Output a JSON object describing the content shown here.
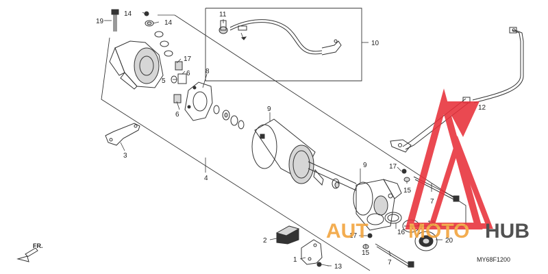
{
  "diagram": {
    "callouts": {
      "c19": "19",
      "c14a": "14",
      "c14b": "14",
      "c17a": "17",
      "c5": "5",
      "c6a": "6",
      "c6b": "6",
      "c8": "8",
      "c3": "3",
      "c4": "4",
      "c9a": "9",
      "c9b": "9",
      "c11": "11",
      "c10": "10",
      "c12": "12",
      "c17b": "17",
      "c15a": "15",
      "c7a": "7",
      "c18": "18",
      "c16": "16",
      "c20": "20",
      "c17c": "17",
      "c15b": "15",
      "c7b": "7",
      "c2": "2",
      "c1": "1",
      "c13": "13"
    },
    "direction_label": "FR.",
    "diagram_code": "MY68F1200"
  },
  "watermark": {
    "text_left": "AUT",
    "text_mid": "MOTO",
    "text_right": "HUB",
    "color_triangle": "#e8303a",
    "color_text_orange": "#f2a23a",
    "color_text_dark": "#3a3a3a"
  },
  "colors": {
    "line": "#333333",
    "fill_grey": "#d6d6d6"
  }
}
